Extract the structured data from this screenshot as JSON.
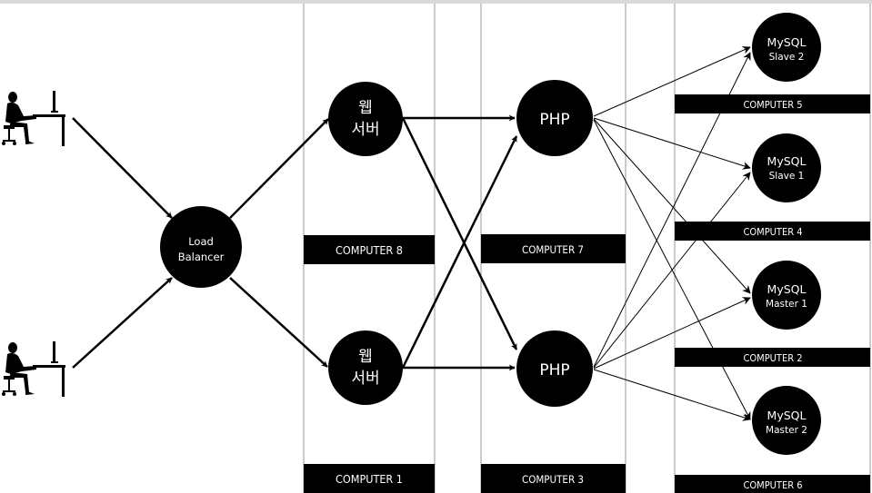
{
  "diagram": {
    "load_balancer": {
      "line1": "Load",
      "line2": "Balancer"
    },
    "web_server_top": {
      "line1": "웹",
      "line2": "서버"
    },
    "web_server_bottom": {
      "line1": "웹",
      "line2": "서버"
    },
    "php_top": {
      "label": "PHP"
    },
    "php_bottom": {
      "label": "PHP"
    },
    "mysql_slave2": {
      "line1": "MySQL",
      "line2": "Slave 2"
    },
    "mysql_slave1": {
      "line1": "MySQL",
      "line2": "Slave 1"
    },
    "mysql_master1": {
      "line1": "MySQL",
      "line2": "Master 1"
    },
    "mysql_master2": {
      "line1": "MySQL",
      "line2": "Master 2"
    },
    "computers": {
      "c8": "COMPUTER 8",
      "c1": "COMPUTER 1",
      "c7": "COMPUTER 7",
      "c3": "COMPUTER 3",
      "c5": "COMPUTER 5",
      "c4": "COMPUTER 4",
      "c2": "COMPUTER 2",
      "c6": "COMPUTER 6"
    },
    "colors": {
      "node": "#000000",
      "label_bar": "#000000",
      "divider": "#9a9a9a",
      "text": "#ffffff"
    }
  }
}
